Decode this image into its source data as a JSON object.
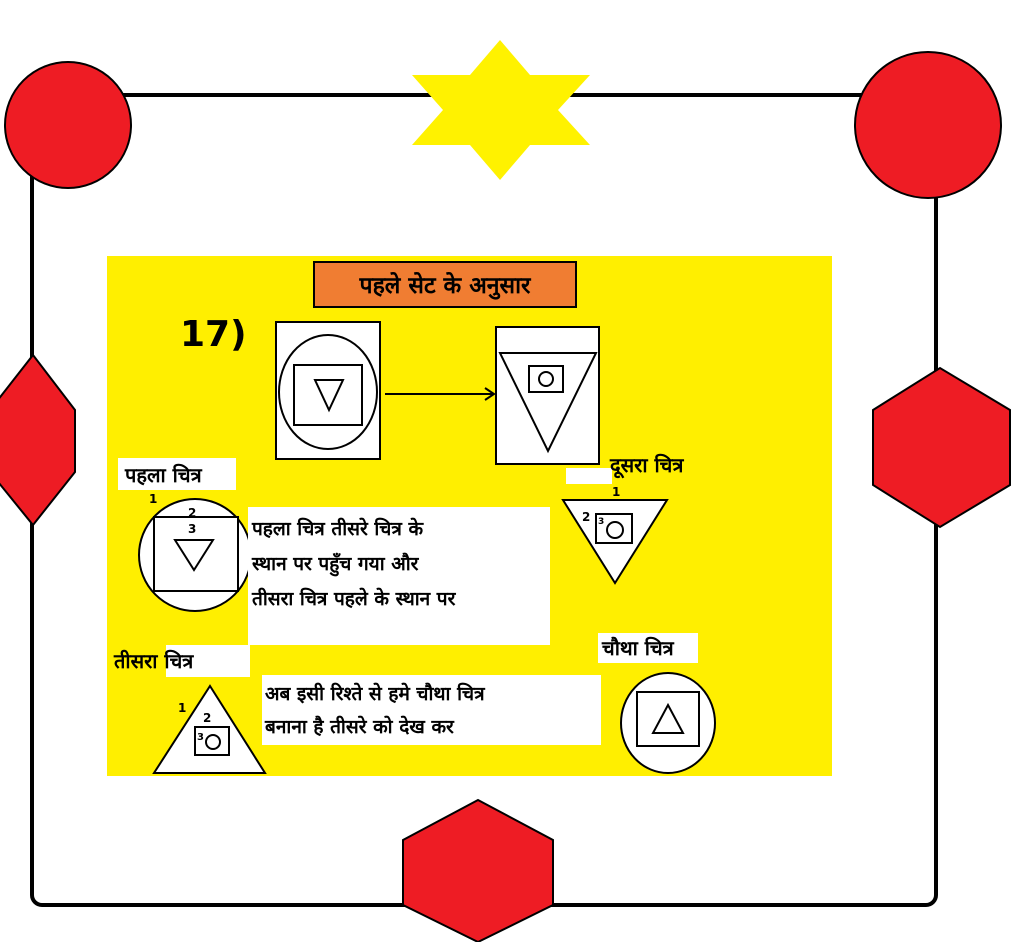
{
  "title": "पहले सेट के अनुसार",
  "question_number": "17)",
  "labels": {
    "first": "पहला चित्र",
    "second": "दूसरा चित्र",
    "third": "तीसरा चित्र",
    "fourth": "चौथा चित्र"
  },
  "explanation": [
    "पहला चित्र तीसरे चित्र के",
    "स्थान पर पहुँच गया और",
    "तीसरा चित्र पहले के स्थान पर"
  ],
  "instruction": [
    "अब इसी रिश्ते से हमे चौथा चित्र",
    "बनाना है तीसरे को देख कर"
  ],
  "position_numbers": {
    "first": [
      "1",
      "2",
      "3"
    ],
    "second": [
      "1",
      "2"
    ],
    "third": [
      "1",
      "2",
      "3"
    ]
  },
  "colors": {
    "panel": "#ffef00",
    "title_bg": "#f07d32",
    "decor_red": "#ee1c24",
    "star_yellow": "#fff200",
    "frame": "#000000"
  }
}
